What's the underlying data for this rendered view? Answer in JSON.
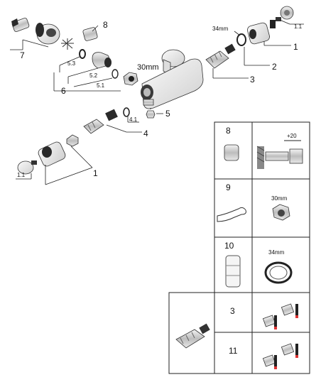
{
  "callouts": {
    "c1_left": "1",
    "c1_right": "1",
    "c1_1_left": "1.1",
    "c1_1_right": "1.1",
    "c2": "2",
    "c3": "3",
    "c4": "4",
    "c4_1": "4.1",
    "c5": "5",
    "c5_1": "5.1",
    "c5_2": "5.2",
    "c5_3": "5.3",
    "c6": "6",
    "c7": "7",
    "c8": "8",
    "dim_34mm_top": "34mm",
    "dim_30mm_top": "30mm"
  },
  "table": {
    "r8": {
      "num": "8",
      "dim": "+20"
    },
    "r9": {
      "num": "9",
      "dim": "30mm"
    },
    "r10": {
      "num": "10",
      "dim": "34mm"
    },
    "r3": {
      "num": "3"
    },
    "r11": {
      "num": "11"
    }
  },
  "colors": {
    "part_dark": "#2a2a2a",
    "part_light": "#e4e4e4",
    "metal": "#c8c8c8",
    "red_tip": "#d33"
  }
}
